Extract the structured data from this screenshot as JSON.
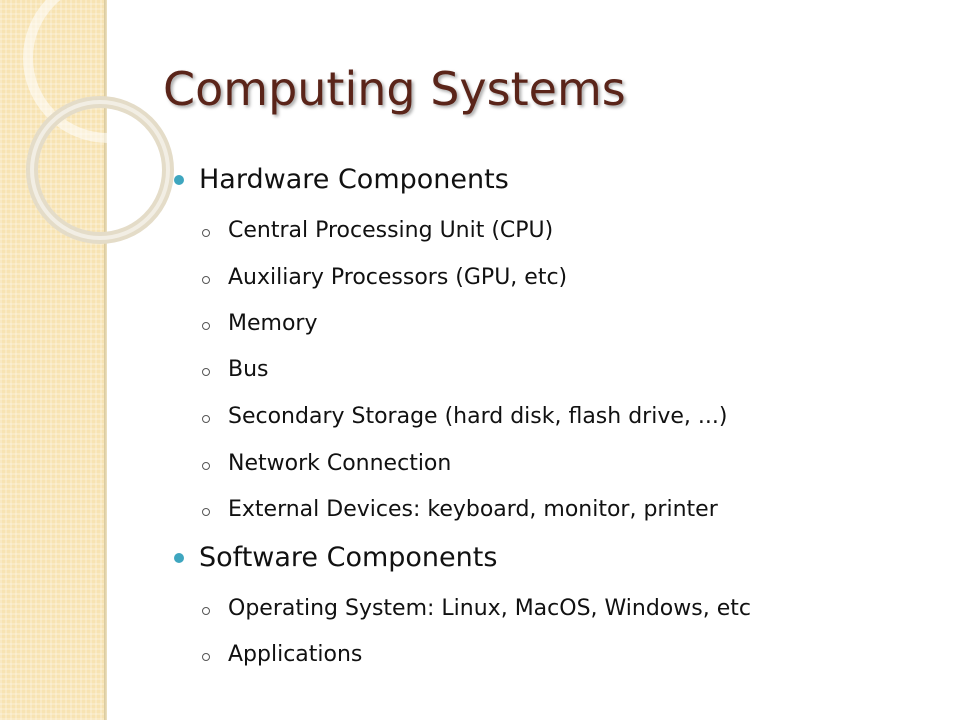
{
  "slide": {
    "title": "Computing Systems",
    "sections": [
      {
        "heading": "Hardware Components",
        "items": [
          "Central Processing Unit (CPU)",
          "Auxiliary Processors (GPU, etc)",
          "Memory",
          "Bus",
          "Secondary Storage (hard disk, flash drive, ...)",
          "Network Connection",
          "External Devices: keyboard, monitor, printer"
        ]
      },
      {
        "heading": "Software Components",
        "items": [
          "Operating System: Linux, MacOS, Windows, etc",
          "Applications"
        ]
      }
    ]
  },
  "theme": {
    "title_color": "#5a2419",
    "bullet_color": "#3ea6bf",
    "sidebar_color": "#f7e3b2"
  }
}
